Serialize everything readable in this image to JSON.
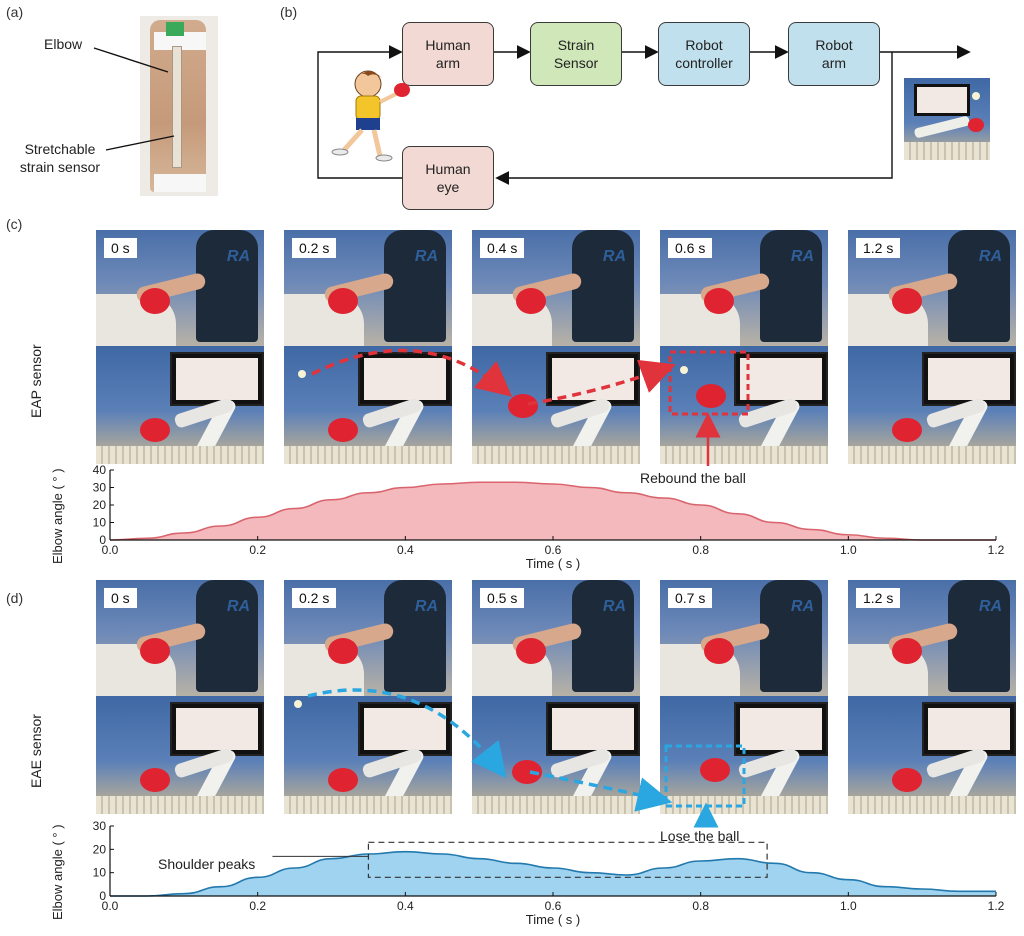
{
  "panels": {
    "a": {
      "tag": "(a)",
      "elbow_label": "Elbow",
      "sensor_label_line1": "Stretchable",
      "sensor_label_line2": "strain sensor"
    },
    "b": {
      "tag": "(b)",
      "blocks": [
        {
          "line1": "Human",
          "line2": "arm",
          "color": "#f2d9d4"
        },
        {
          "line1": "Strain",
          "line2": "Sensor",
          "color": "#cfe7b9"
        },
        {
          "line1": "Robot",
          "line2": "controller",
          "color": "#bfe0ec"
        },
        {
          "line1": "Robot",
          "line2": "arm",
          "color": "#bfe0ec"
        }
      ],
      "feedback_block": {
        "line1": "Human",
        "line2": "eye",
        "color": "#f2d9d4"
      }
    },
    "c": {
      "tag": "(c)",
      "side_label": "EAP sensor",
      "times": [
        "0 s",
        "0.2 s",
        "0.4 s",
        "0.6 s",
        "1.2 s"
      ],
      "annotation": "Rebound the ball",
      "accent": "#e0333b"
    },
    "d": {
      "tag": "(d)",
      "side_label": "EAE sensor",
      "times": [
        "0 s",
        "0.2 s",
        "0.5 s",
        "0.7 s",
        "1.2 s"
      ],
      "annotation": "Lose the ball",
      "shoulder_label": "Shoulder peaks",
      "accent": "#2aa6e0"
    }
  },
  "chart_data": [
    {
      "type": "area",
      "xlabel": "Time ( s )",
      "ylabel": "Elbow angle ( ° )",
      "xlim": [
        0,
        1.2
      ],
      "ylim": [
        0,
        40
      ],
      "xticks": [
        "0.0",
        "0.2",
        "0.4",
        "0.6",
        "0.8",
        "1.0",
        "1.2"
      ],
      "yticks": [
        "0",
        "10",
        "20",
        "30",
        "40"
      ],
      "fill": "#f3b9bd",
      "stroke": "#d9646d",
      "x": [
        0.0,
        0.05,
        0.1,
        0.15,
        0.2,
        0.25,
        0.3,
        0.35,
        0.4,
        0.45,
        0.5,
        0.55,
        0.6,
        0.65,
        0.7,
        0.75,
        0.8,
        0.85,
        0.9,
        0.95,
        1.0,
        1.05,
        1.1,
        1.15,
        1.2
      ],
      "y": [
        0,
        1,
        4,
        8,
        13,
        18,
        23,
        27,
        30,
        32,
        33,
        33,
        32,
        30,
        27,
        24,
        20,
        15,
        10,
        6,
        3,
        1,
        0,
        0,
        0
      ]
    },
    {
      "type": "area",
      "xlabel": "Time ( s )",
      "ylabel": "Elbow angle ( ° )",
      "xlim": [
        0,
        1.2
      ],
      "ylim": [
        0,
        30
      ],
      "xticks": [
        "0.0",
        "0.2",
        "0.4",
        "0.6",
        "0.8",
        "1.0",
        "1.2"
      ],
      "yticks": [
        "0",
        "10",
        "20",
        "30"
      ],
      "fill": "#9fd3ef",
      "stroke": "#2379ad",
      "x": [
        0.0,
        0.05,
        0.1,
        0.15,
        0.2,
        0.25,
        0.3,
        0.35,
        0.4,
        0.45,
        0.5,
        0.55,
        0.6,
        0.65,
        0.7,
        0.75,
        0.8,
        0.85,
        0.9,
        0.95,
        1.0,
        1.05,
        1.1,
        1.15,
        1.2
      ],
      "y": [
        0,
        0,
        1,
        4,
        8,
        12,
        16,
        18,
        19,
        18,
        16,
        14,
        12,
        10,
        9,
        12,
        15,
        16,
        14,
        10,
        7,
        4,
        3,
        2,
        2
      ]
    }
  ]
}
